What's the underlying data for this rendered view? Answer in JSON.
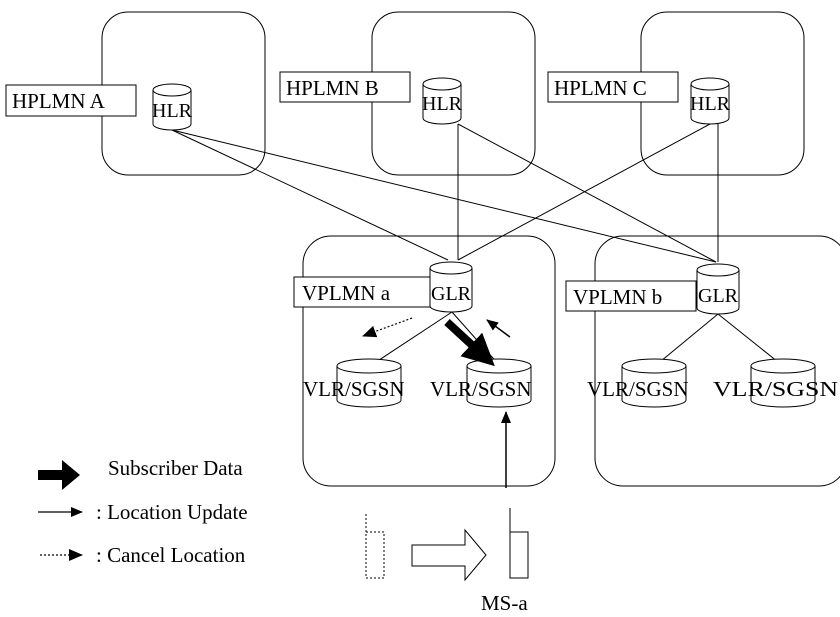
{
  "hplmn": [
    {
      "label": "HPLMN A",
      "db": "HLR"
    },
    {
      "label": "HPLMN B",
      "db": "HLR"
    },
    {
      "label": "HPLMN C",
      "db": "HLR"
    }
  ],
  "vplmn": [
    {
      "label": "VPLMN a",
      "db": "GLR",
      "children": [
        "VLR/SGSN",
        "VLR/SGSN"
      ]
    },
    {
      "label": "VPLMN b",
      "db": "GLR",
      "children": [
        "VLR/SGSN",
        "VLR/SGSN"
      ]
    }
  ],
  "legend": [
    {
      "style": "thick",
      "label": "Subscriber Data"
    },
    {
      "style": "solid",
      "label": ": Location Update"
    },
    {
      "style": "dotted",
      "label": ":  Cancel Location"
    }
  ],
  "ms": {
    "label": "MS-a"
  },
  "colors": {
    "stroke": "#000000",
    "background": "#ffffff"
  }
}
